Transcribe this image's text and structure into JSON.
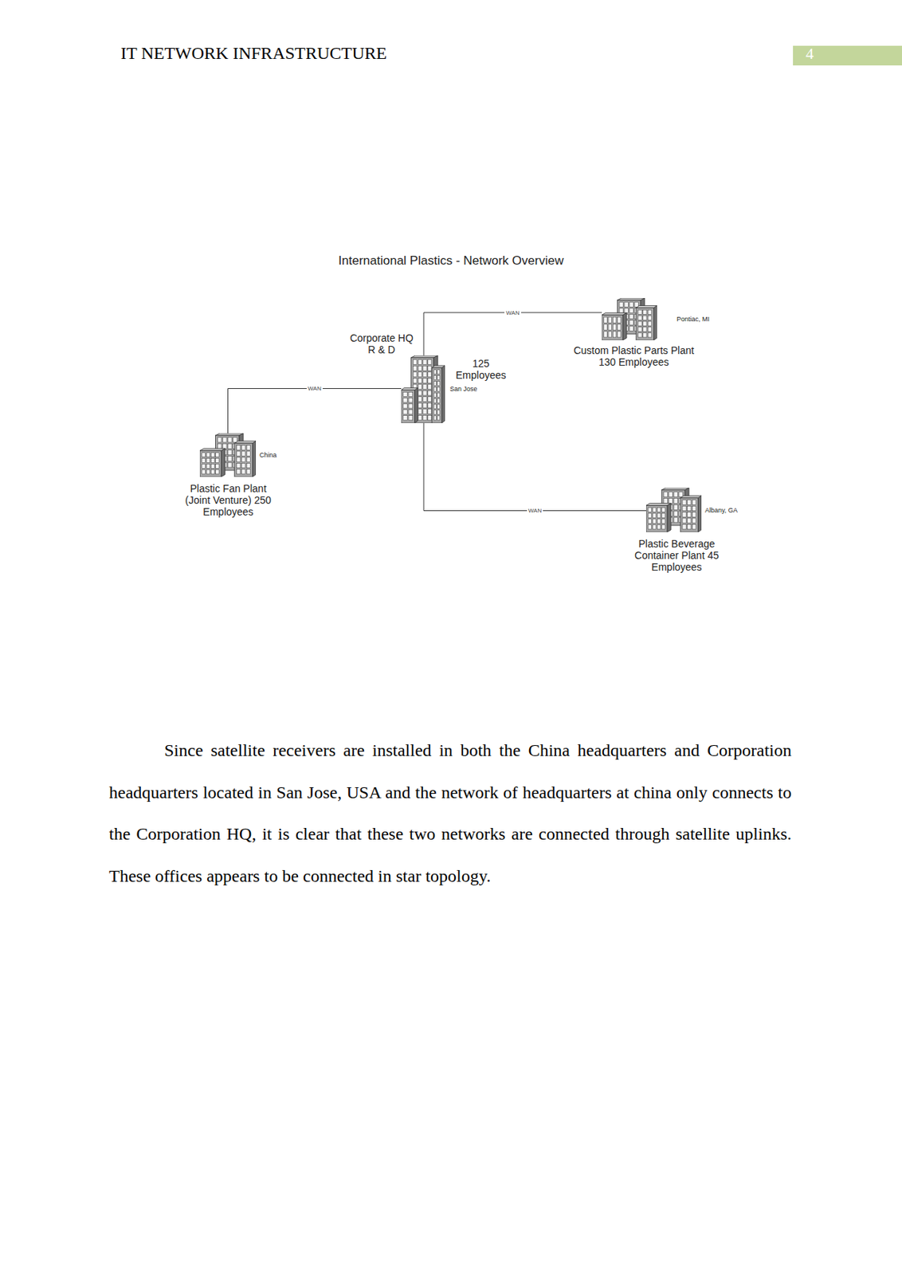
{
  "diagram": {
    "title": "International Plastics  - Network Overview",
    "nodes": [
      {
        "text": [
          "Corporate HQ R & D",
          "125 Employees",
          "San Jose"
        ]
      },
      {
        "text": [
          "Pontiac, MI",
          "Custom Plastic Parts Plant 130 Employees"
        ]
      },
      {
        "text": [
          "China",
          "Plastic Fan Plant (Joint Venture) 250 Employees"
        ]
      },
      {
        "text": [
          "Albany, GA",
          "Plastic Beverage Container Plant 45 Employees"
        ]
      }
    ],
    "edges": [
      {
        "from": 0,
        "to": 1,
        "arrow": "none",
        "label": "WAN"
      },
      {
        "from": 0,
        "to": 2,
        "arrow": "none",
        "label": "WAN"
      },
      {
        "from": 0,
        "to": 3,
        "arrow": "none",
        "label": "WAN"
      }
    ],
    "labels": [
      "IT NETWORK INFRASTRUCTURE",
      "4",
      "Since satellite receivers are installed in both the China headquarters and Corporation headquarters located in San Jose, USA and the network of headquarters at china only connects to the Corporation HQ, it is clear that these two networks are connected through satellite uplinks. These offices appears to be connected in star topology."
    ]
  }
}
